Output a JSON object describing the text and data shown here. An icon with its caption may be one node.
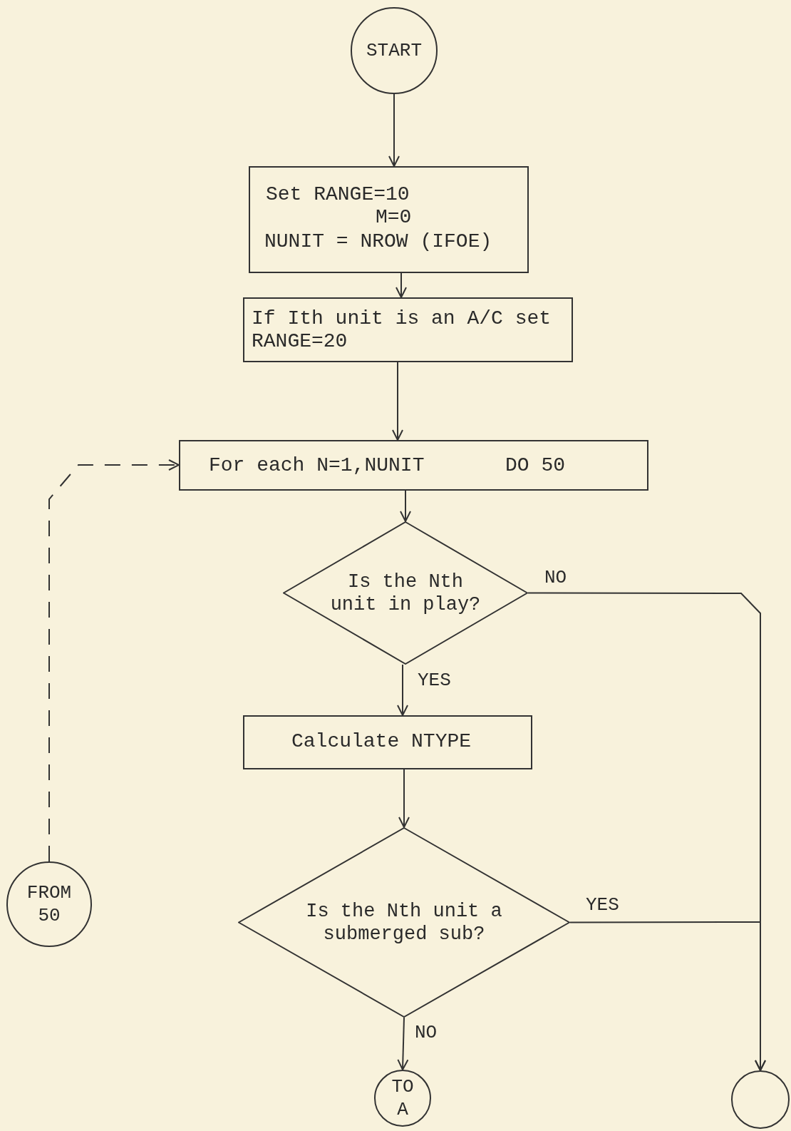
{
  "diagram": {
    "nodes": [
      {
        "text": [
          "START"
        ]
      },
      {
        "text": [
          "Set RANGE=10",
          "M=0",
          "NUNIT = NROW (IFOE)"
        ]
      },
      {
        "text": [
          "If Ith unit is an A/C set RANGE=20"
        ]
      },
      {
        "text": [
          "For each N=1,NUNIT",
          "DO 50"
        ]
      },
      {
        "text": [
          "Is the Nth unit in play?"
        ]
      },
      {
        "text": [
          "Calculate NTYPE"
        ]
      },
      {
        "text": [
          "Is the Nth unit a submerged sub?"
        ]
      },
      {
        "text": [
          "TO A"
        ]
      },
      {
        "text": [],
        "shape": "circle"
      },
      {
        "text": [
          "FROM 50"
        ]
      }
    ],
    "edges": [
      {
        "from": 0,
        "to": 1,
        "arrow": "to"
      },
      {
        "from": 1,
        "to": 2,
        "arrow": "to"
      },
      {
        "from": 2,
        "to": 3,
        "arrow": "to"
      },
      {
        "from": 3,
        "to": 4,
        "arrow": "to"
      },
      {
        "from": 4,
        "to": 8,
        "arrow": "to",
        "label": "NO"
      },
      {
        "from": 4,
        "to": 5,
        "arrow": "to",
        "label": "YES"
      },
      {
        "from": 5,
        "to": 6,
        "arrow": "to"
      },
      {
        "from": 6,
        "to": 8,
        "arrow": "to",
        "label": "YES"
      },
      {
        "from": 6,
        "to": 7,
        "arrow": "to",
        "label": "NO"
      },
      {
        "from": 9,
        "to": 3,
        "arrow": "to",
        "style": "dashed"
      }
    ]
  }
}
